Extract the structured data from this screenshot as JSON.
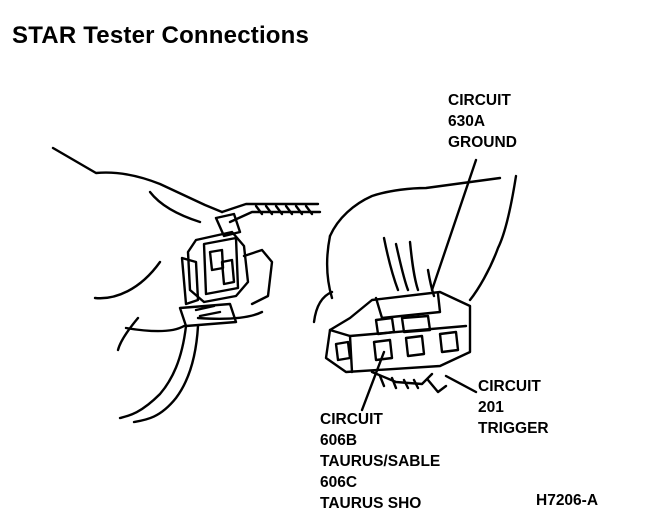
{
  "title": "STAR Tester Connections",
  "callouts": {
    "ground": [
      "CIRCUIT",
      "630A",
      "GROUND"
    ],
    "trigger": [
      "CIRCUIT",
      "201",
      "TRIGGER"
    ],
    "taurus": [
      "CIRCUIT",
      "606B",
      "TAURUS/SABLE",
      "606C",
      "TAURUS SHO"
    ]
  },
  "figure_code": "H7206-A",
  "colors": {
    "ink": "#000000",
    "paper": "#ffffff"
  }
}
